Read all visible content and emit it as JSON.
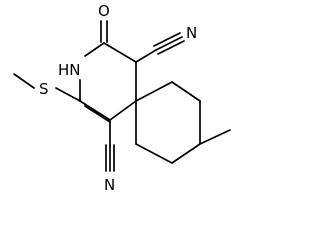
{
  "molecule": {
    "atoms": {
      "o": "O",
      "nh": "HN",
      "n_top": "N",
      "n_bottom": "N",
      "s": "S"
    },
    "colors": {
      "bond": "#000000",
      "text": "#000000",
      "background": "#ffffff"
    }
  }
}
